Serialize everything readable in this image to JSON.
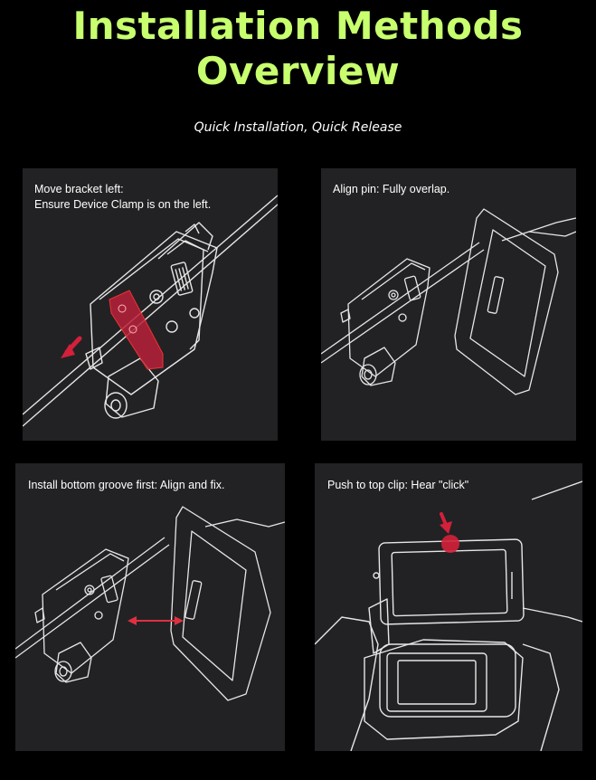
{
  "page": {
    "title_line1": "Installation Methods",
    "title_line2": "Overview",
    "subtitle": "Quick Installation, Quick Release"
  },
  "steps": [
    {
      "caption_lines": [
        "Move bracket left:",
        "Ensure Device Clamp is on the left."
      ]
    },
    {
      "caption_lines": [
        "Align pin: Fully overlap."
      ]
    },
    {
      "caption_lines": [
        "Install bottom groove first: Align and fix."
      ]
    },
    {
      "caption_lines": [
        "Push to top clip: Hear \"click\""
      ]
    }
  ],
  "colors": {
    "title": "#c8ff6e",
    "background": "#000000",
    "panel": "#222224",
    "highlight": "#c0203a",
    "line_art": "#e6e6e6"
  }
}
